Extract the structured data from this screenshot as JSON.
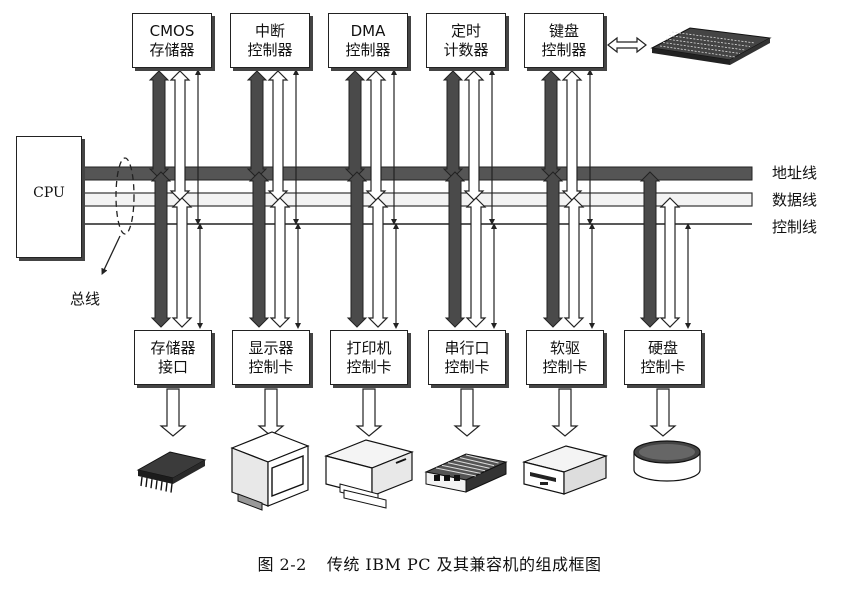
{
  "cpu": {
    "label": "CPU"
  },
  "top_boxes": [
    {
      "line1": "CMOS",
      "line2": "存储器"
    },
    {
      "line1": "中断",
      "line2": "控制器"
    },
    {
      "line1": "DMA",
      "line2": "控制器"
    },
    {
      "line1": "定时",
      "line2": "计数器"
    },
    {
      "line1": "键盘",
      "line2": "控制器"
    }
  ],
  "bottom_boxes": [
    {
      "line1": "存储器",
      "line2": "接口"
    },
    {
      "line1": "显示器",
      "line2": "控制卡"
    },
    {
      "line1": "打印机",
      "line2": "控制卡"
    },
    {
      "line1": "串行口",
      "line2": "控制卡"
    },
    {
      "line1": "软驱",
      "line2": "控制卡"
    },
    {
      "line1": "硬盘",
      "line2": "控制卡"
    }
  ],
  "buses": {
    "address": "地址线",
    "data": "数据线",
    "control": "控制线",
    "bus_label": "总线"
  },
  "devices": [
    "keyboard-icon",
    "memory-chip-icon",
    "monitor-icon",
    "printer-icon",
    "serial-card-icon",
    "floppy-drive-icon",
    "hard-disk-icon"
  ],
  "caption": {
    "figure": "图 2-2",
    "title": "传统 IBM PC 及其兼容机的组成框图"
  }
}
